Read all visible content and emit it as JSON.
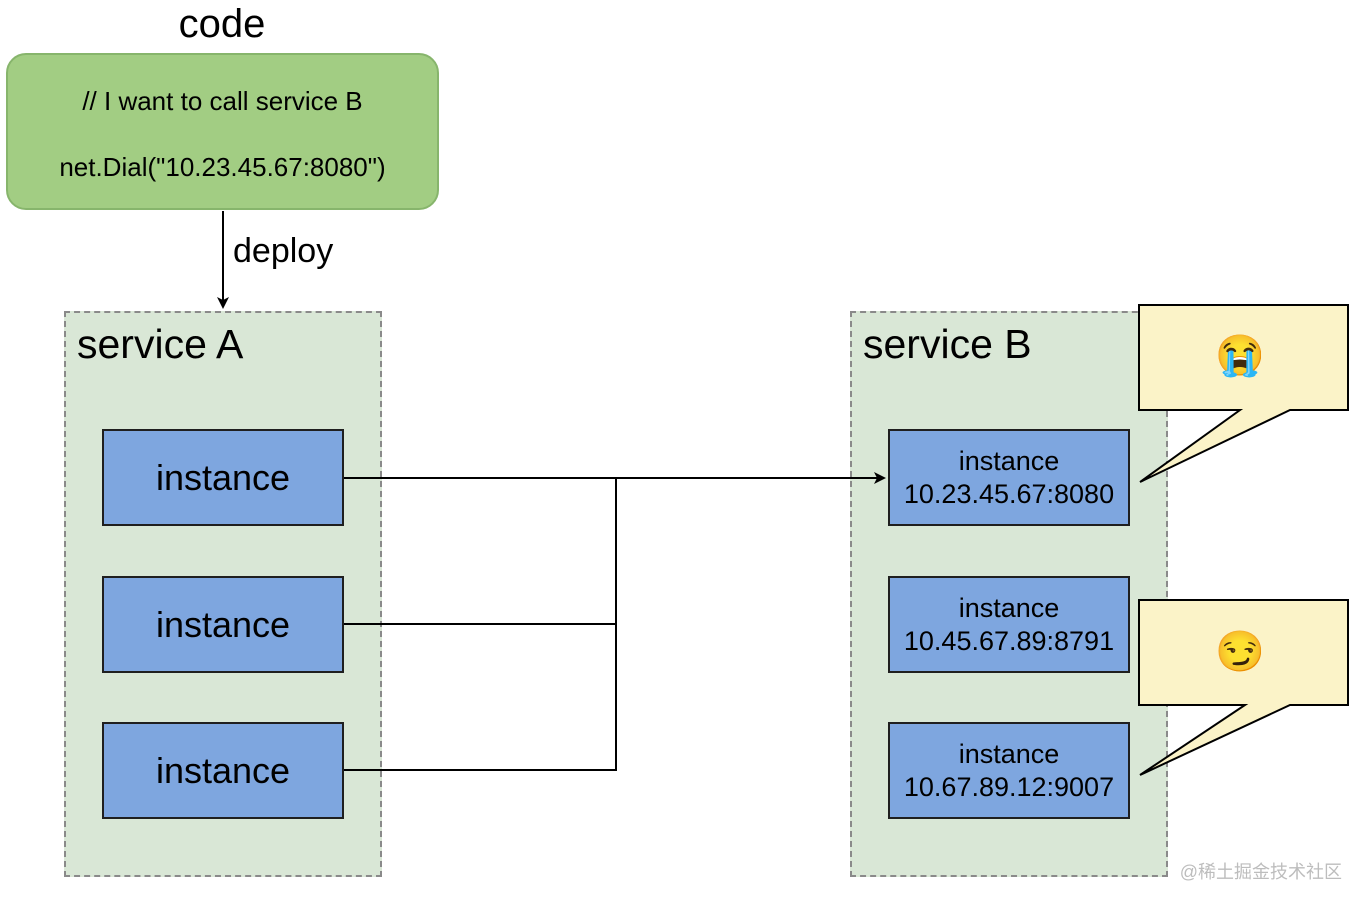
{
  "code_block": {
    "title": "code",
    "comment_line": "// I want to call service B",
    "call_line": "net.Dial(\"10.23.45.67:8080\")"
  },
  "deploy_label": "deploy",
  "service_a": {
    "title": "service A",
    "instances": [
      "instance",
      "instance",
      "instance"
    ]
  },
  "service_b": {
    "title": "service B",
    "instances": [
      {
        "name": "instance",
        "address": "10.23.45.67:8080"
      },
      {
        "name": "instance",
        "address": "10.45.67.89:8791"
      },
      {
        "name": "instance",
        "address": "10.67.89.12:9007"
      }
    ]
  },
  "callouts": [
    {
      "emoji": "😭",
      "icon_name": "loudly-crying-face-icon"
    },
    {
      "emoji": "😏",
      "icon_name": "smirking-face-icon"
    }
  ],
  "watermark": "@稀土掘金技术社区",
  "colors": {
    "code_fill": "#a2cd83",
    "service_fill": "#d9e7d6",
    "instance_fill": "#7ea6df",
    "callout_fill": "#fbf3c8"
  }
}
